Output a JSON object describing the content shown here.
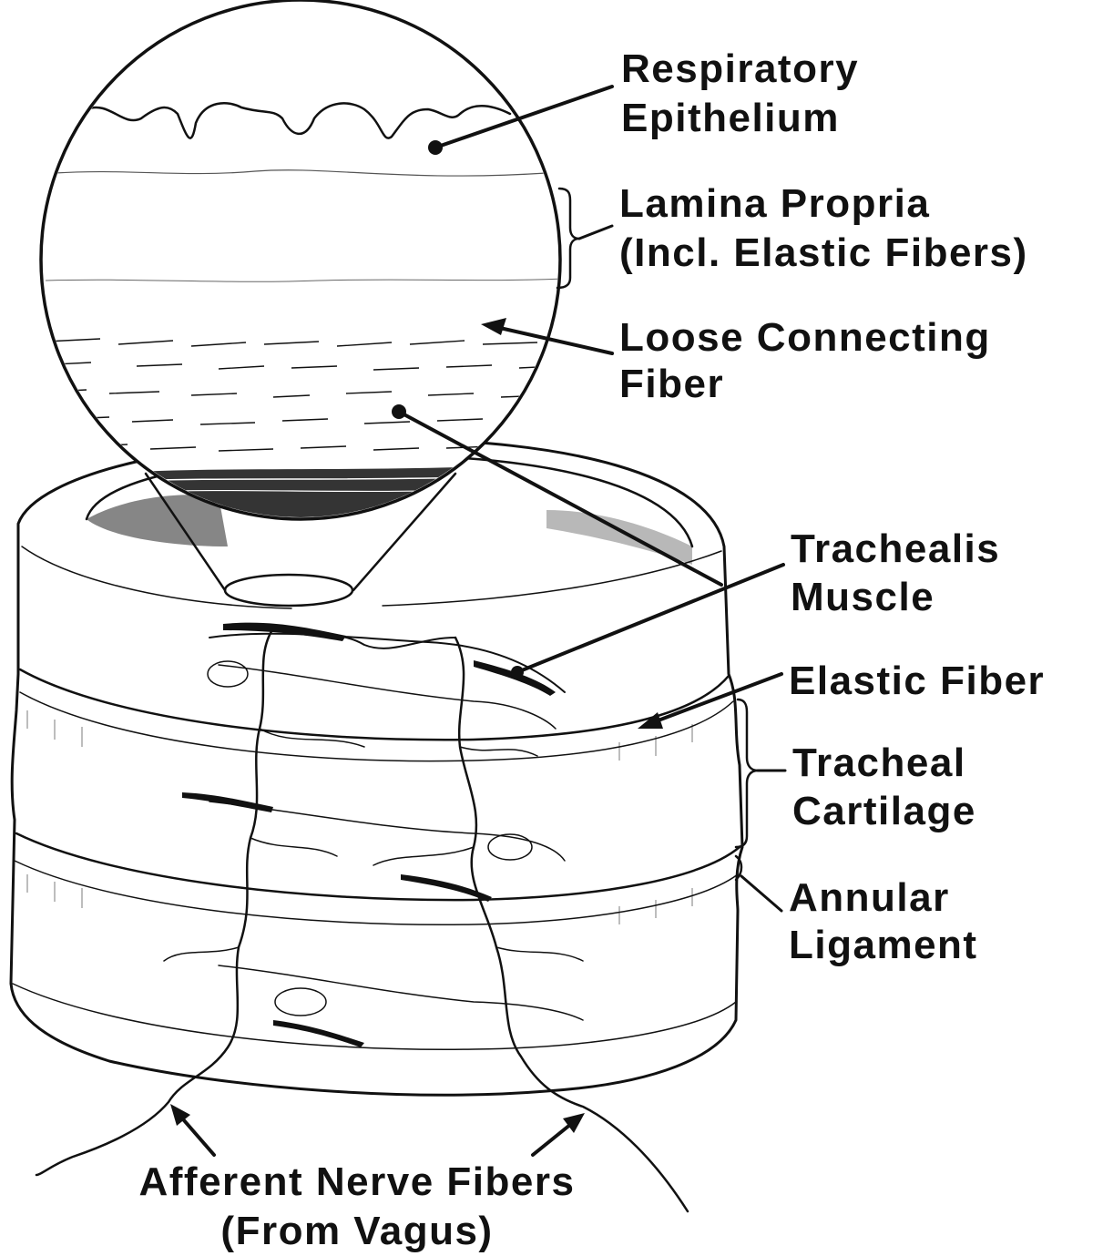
{
  "labels": {
    "respiratory_epithelium": [
      "Respiratory",
      "Epithelium"
    ],
    "lamina_propria": [
      "Lamina Propria",
      "(Incl. Elastic Fibers)"
    ],
    "loose_connecting_fiber": [
      "Loose Connecting",
      "Fiber"
    ],
    "trachealis_muscle": [
      "Trachealis",
      "Muscle"
    ],
    "elastic_fiber": [
      "Elastic Fiber"
    ],
    "tracheal_cartilage": [
      "Tracheal",
      "Cartilage"
    ],
    "annular_ligament": [
      "Annular",
      "Ligament"
    ],
    "afferent_nerve_fibers": [
      "Afferent Nerve Fibers",
      "(From Vagus)"
    ]
  },
  "colors": {
    "ink": "#111111",
    "paper": "#ffffff"
  }
}
